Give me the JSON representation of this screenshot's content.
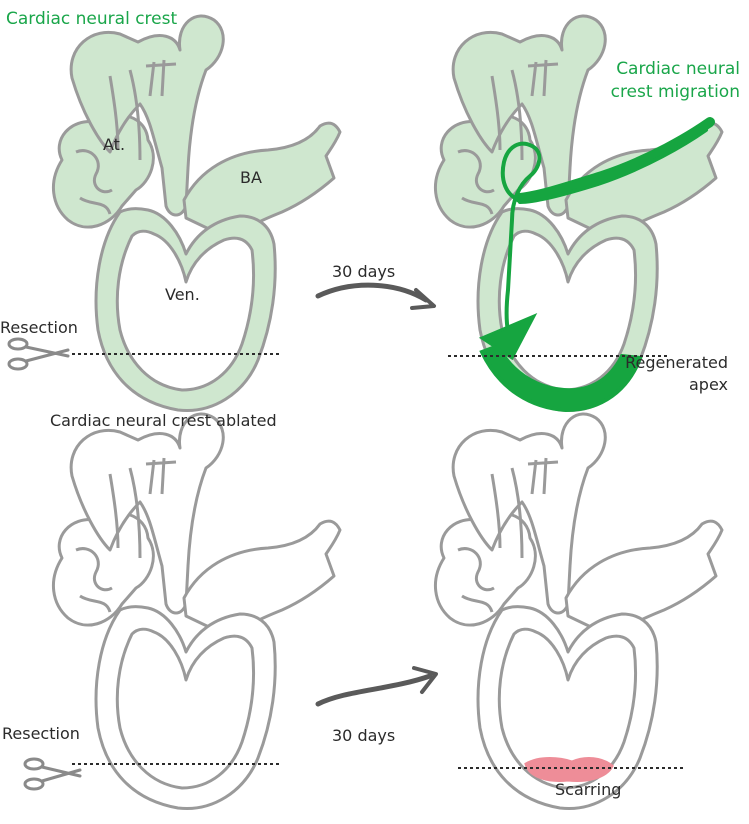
{
  "panels": {
    "top_left": {
      "title": "Cardiac neural crest",
      "label_atrium": "At.",
      "label_bulbus": "BA",
      "label_ventricle": "Ven.",
      "label_resection": "Resection"
    },
    "top_arrow": {
      "label": "30 days"
    },
    "top_right": {
      "title": "Cardiac neural crest migration",
      "label_regenerated": "Regenerated apex"
    },
    "bottom_left": {
      "title": "Cardiac neural crest ablated",
      "label_resection": "Resection"
    },
    "bottom_arrow": {
      "label": "30 days"
    },
    "bottom_right": {
      "label_scarring": "Scarring"
    }
  },
  "colors": {
    "neural_crest_fill": "#cfe7cf",
    "migration_green": "#16a540",
    "title_green": "#1aa64a",
    "outline_gray": "#9a9a9a",
    "scar_pink": "#ee8d98",
    "text": "#2b2b2b"
  }
}
